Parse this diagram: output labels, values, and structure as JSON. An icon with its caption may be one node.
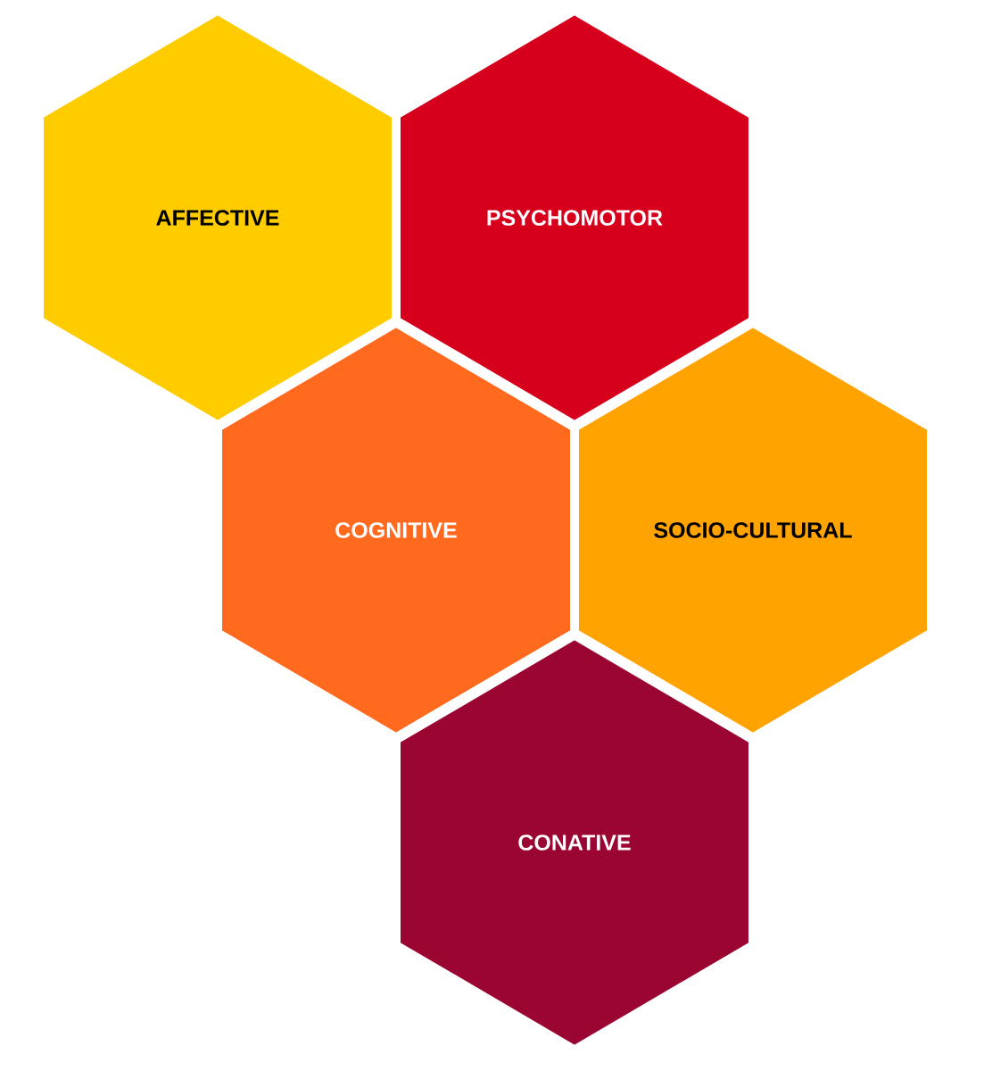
{
  "diagram": {
    "nodes": [
      {
        "text": [
          "AFFECTIVE"
        ]
      },
      {
        "text": [
          "PSYCHOMOTOR"
        ]
      },
      {
        "text": [
          "COGNITIVE"
        ]
      },
      {
        "text": [
          "SOCIO-CULTURAL"
        ]
      },
      {
        "text": [
          "CONATIVE"
        ]
      }
    ]
  }
}
